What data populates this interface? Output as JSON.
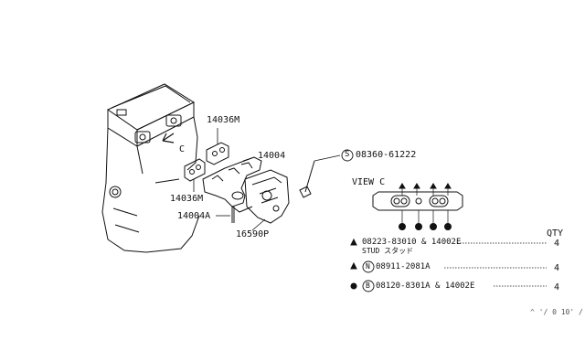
{
  "callouts": {
    "gasket_upper": "14036M",
    "manifold": "14004",
    "gasket_lower": "14036M",
    "stud": "14004A",
    "heat_shield": "16590P",
    "bolt": "08360-61222",
    "bolt_circle_letter": "S",
    "view_arrow": "C"
  },
  "view_c": {
    "label": "VIEW C"
  },
  "bom": {
    "qty_header": "QTY",
    "rows": [
      {
        "symbol": "triangle",
        "circle_letter": "",
        "part": "08223-83010 & 14002E",
        "sub": "STUD スタッド",
        "qty": "4"
      },
      {
        "symbol": "triangle",
        "circle_letter": "N",
        "part": "08911-2081A",
        "sub": "",
        "qty": "4"
      },
      {
        "symbol": "dot",
        "circle_letter": "B",
        "part": "08120-8301A & 14002E",
        "sub": "",
        "qty": "4"
      }
    ]
  },
  "footer_code": "^ '/ 0 10' /"
}
